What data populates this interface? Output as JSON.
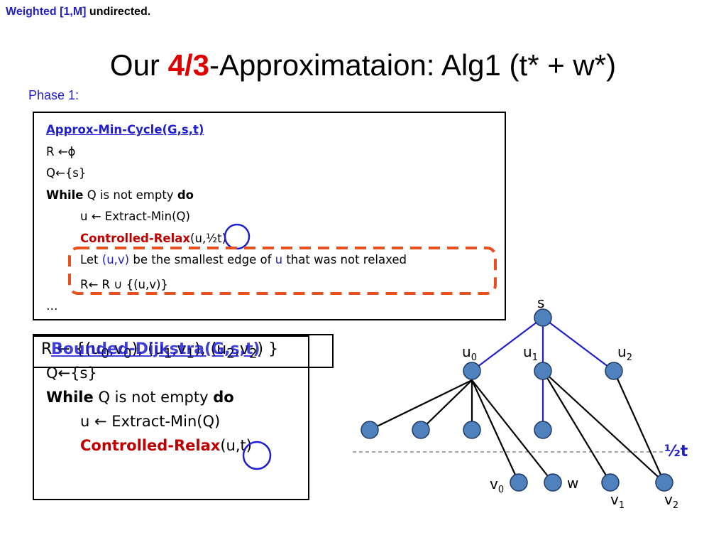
{
  "top_note": {
    "blue": "Weighted [1,M]",
    "rest": " undirected."
  },
  "title": {
    "pre": "Our ",
    "accent": "4/3",
    "post": "-Approximataion: Alg1 (t* + w*)"
  },
  "phase_label": "Phase 1:",
  "alg1": {
    "heading": "Approx-Min-Cycle(G,s,t)",
    "line_r": "R ←ϕ",
    "line_q": "Q←{s}",
    "while_kw": "While",
    "while_mid": " Q  is not empty ",
    "do_kw": "do",
    "extract": "u ← Extract-Min(Q)",
    "relax_kw": "Controlled-Relax",
    "relax_args": "(u,½t)",
    "let_pre": "Let ",
    "let_uv": "(u,v)",
    "let_mid": " be the smallest edge of ",
    "let_u": "u",
    "let_post": " that was not relaxed",
    "r_update": "R← R ∪ {(u,v)}",
    "ellipsis": "…"
  },
  "alg2": {
    "heading": "Bounded-Dijkstra(G,s,t)",
    "overlay_pre": "R ← {(u",
    "overlay_sub0": "0",
    "overlay_mid0": ",v",
    "overlay_sub0b": "0",
    "overlay_mid1": "), (u",
    "overlay_sub1": "1",
    "overlay_mid2": ",v",
    "overlay_sub1b": "1",
    "overlay_mid3": "), (u",
    "overlay_sub2": "2",
    "overlay_mid4": ",v",
    "overlay_sub2b": "2",
    "overlay_post": ") }",
    "line_q": "Q←{s}",
    "while_kw": "While",
    "while_mid": " Q  is not empty ",
    "do_kw": "do",
    "extract": "u ← Extract-Min(Q)",
    "relax_kw": "Controlled-Relax",
    "relax_args": "(u,t)"
  },
  "graph": {
    "label_s": "s",
    "label_u": "u",
    "sub_u0": "0",
    "sub_u1": "1",
    "sub_u2": "2",
    "label_v": "v",
    "sub_v0": "0",
    "sub_v1": "1",
    "sub_v2": "2",
    "label_w": "w",
    "half_t": "½t",
    "node_color": "#4f81bd",
    "blue_edge_color": "#1f1fd0",
    "dashed_color": "#888888",
    "highlight_dash_color": "#e8501f"
  }
}
